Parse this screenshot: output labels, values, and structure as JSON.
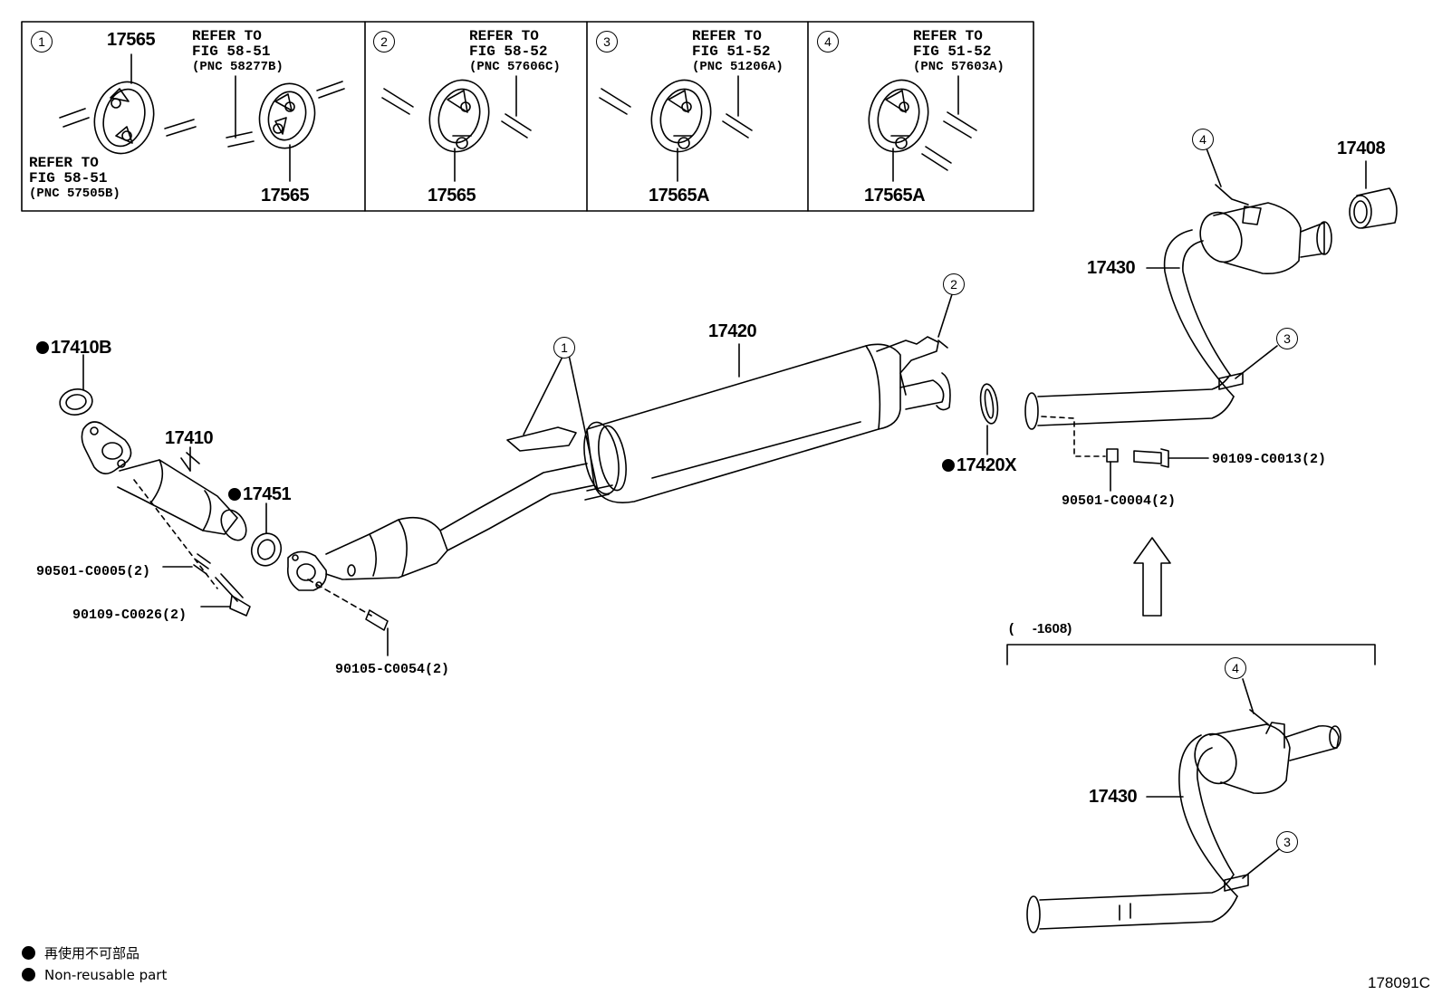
{
  "inset_panels": [
    {
      "marker": "1",
      "parts_top": "17565",
      "parts_bottom": "17565",
      "refer_right": [
        "REFER TO",
        "FIG 58-51",
        "(PNC 58277B)"
      ],
      "refer_left": [
        "REFER TO",
        "FIG 58-51",
        "(PNC 57505B)"
      ]
    },
    {
      "marker": "2",
      "part": "17565",
      "refer": [
        "REFER TO",
        "FIG 58-52",
        "(PNC 57606C)"
      ]
    },
    {
      "marker": "3",
      "part": "17565A",
      "refer": [
        "REFER TO",
        "FIG 51-52",
        "(PNC 51206A)"
      ]
    },
    {
      "marker": "4",
      "part": "17565A",
      "refer": [
        "REFER TO",
        "FIG 51-52",
        "(PNC 57603A)"
      ]
    }
  ],
  "callouts": {
    "c1": "1",
    "c2": "2",
    "c3": "3",
    "c4": "4"
  },
  "parts": {
    "p17410B": "17410B",
    "p17410": "17410",
    "p17451": "17451",
    "p17420": "17420",
    "p17420X": "17420X",
    "p17430": "17430",
    "p17408": "17408",
    "p90501_c0005": "90501-C0005(2)",
    "p90109_c0026": "90109-C0026(2)",
    "p90105_c0054": "90105-C0054(2)",
    "p90109_c0013": "90109-C0013(2)",
    "p90501_c0004": "90501-C0004(2)"
  },
  "range_label": "(     -1608)",
  "legend": {
    "line1": "再使用不可部品",
    "line2": "Non-reusable part"
  },
  "figure_id": "178091C"
}
